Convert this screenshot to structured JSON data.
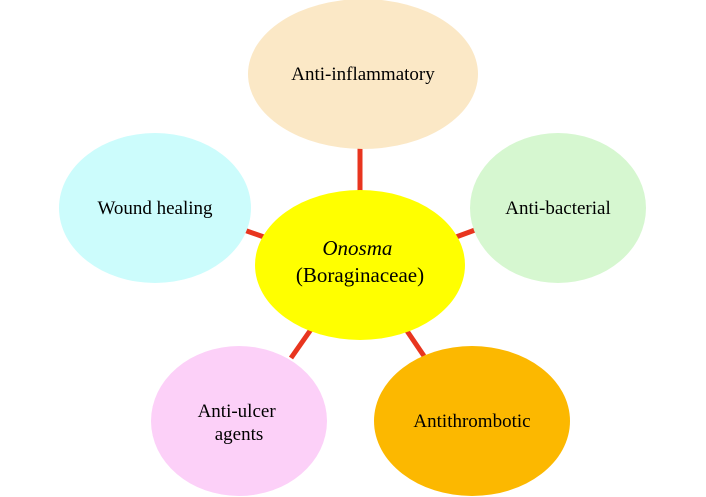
{
  "center": {
    "name": "Onosma",
    "family": "(Boraginaceae)",
    "color": "#ffff00"
  },
  "connector_color": "#e8351f",
  "nodes": [
    {
      "id": "anti-inflammatory",
      "lines": [
        "Anti-inflammatory"
      ],
      "color": "#fbe8c6"
    },
    {
      "id": "anti-bacterial",
      "lines": [
        "Anti-bacterial"
      ],
      "color": "#d6f7d0"
    },
    {
      "id": "antithrombotic",
      "lines": [
        "Antithrombotic"
      ],
      "color": "#fcb800"
    },
    {
      "id": "anti-ulcer",
      "lines": [
        "Anti-ulcer",
        "agents"
      ],
      "color": "#fcd0f8"
    },
    {
      "id": "wound-healing",
      "lines": [
        "Wound healing"
      ],
      "color": "#ccfcfc"
    }
  ]
}
